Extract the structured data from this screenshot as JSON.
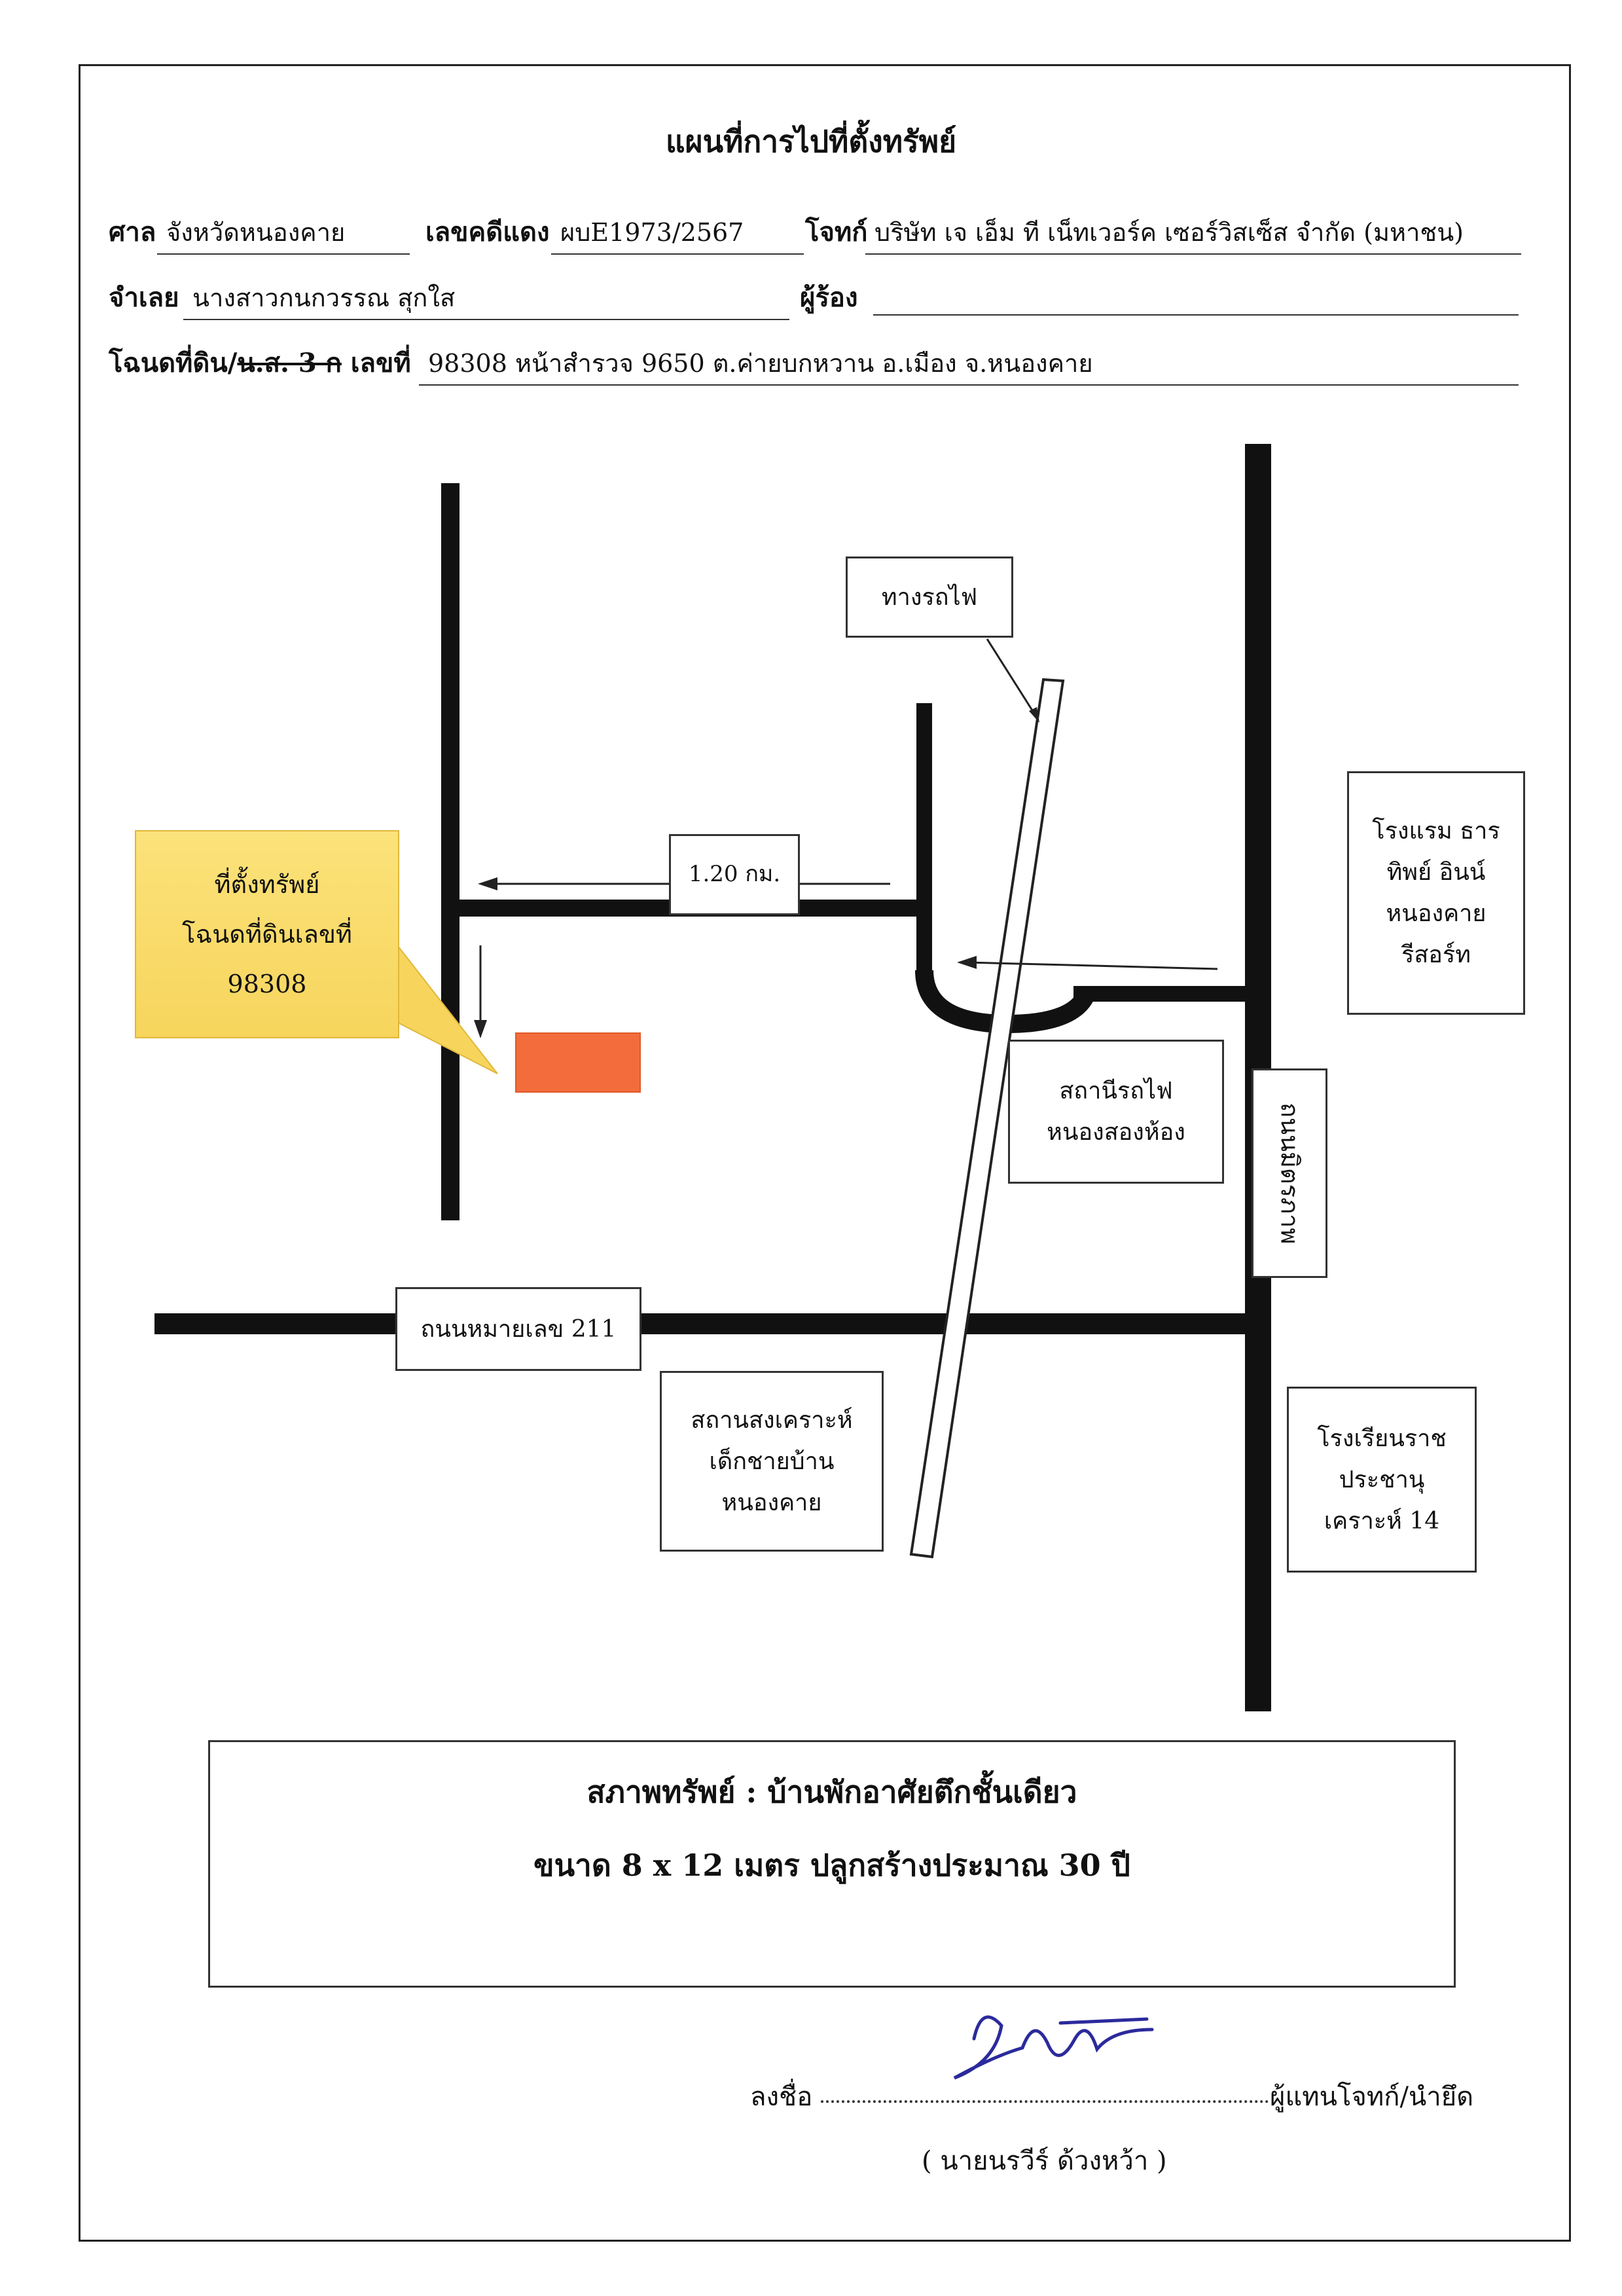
{
  "document": {
    "title": "แผนที่การไปที่ตั้งทรัพย์"
  },
  "header": {
    "court_label": "ศาล",
    "court_value": "จังหวัดหนองคาย",
    "case_label": "เลขคดีแดง",
    "case_value": "ผบE1973/2567",
    "plaintiff_label": "โจทก์",
    "plaintiff_value": "บริษัท เจ เอ็ม ที เน็ทเวอร์ค เซอร์วิสเซ็ส จำกัด (มหาชน)",
    "defendant_label": "จำเลย",
    "defendant_value": "นางสาวกนกวรรณ สุกใส",
    "petitioner_label": "ผู้ร้อง",
    "petitioner_value": "",
    "deed_label_prefix": "โฉนดที่ดิน/",
    "deed_label_struck": "น.ส. 3 ก",
    "deed_label_suffix": " เลขที่",
    "deed_value": "98308 หน้าสำรวจ 9650 ต.ค่ายบกหวาน อ.เมือง จ.หนองคาย"
  },
  "map": {
    "railway_label": "ทางรถไฟ",
    "distance_label": "1.20 กม.",
    "hotel_label": [
      "โรงแรม ธาร",
      "ทิพย์ อินน์",
      "หนองคาย",
      "รีสอร์ท"
    ],
    "property_callout": [
      "ที่ตั้งทรัพย์",
      "โฉนดที่ดินเลขที่",
      "98308"
    ],
    "station_label": [
      "สถานีรถไฟ",
      "หนองสองห้อง"
    ],
    "road_mitraphap": "ถนนมิตรภาพ",
    "highway_label": "ถนนหมายเลข 211",
    "welfare_label": [
      "สถานสงเคราะห์",
      "เด็กชายบ้าน",
      "หนองคาย"
    ],
    "school_label": [
      "โรงเรียนราช",
      "ประชานุ",
      "เคราะห์ 14"
    ],
    "colors": {
      "property_marker": "#f36d3c",
      "callout_fill": "#f7d55d",
      "road": "#111111"
    }
  },
  "condition": {
    "line1_label": "สภาพทรัพย์ :",
    "line1_value": "บ้านพักอาศัยตึกชั้นเดียว",
    "line2": "ขนาด 8 x 12 เมตร ปลูกสร้างประมาณ 30 ปี"
  },
  "signature": {
    "sign_label": "ลงชื่อ",
    "role": "ผู้แทนโจทก์/นำยึด",
    "name": "( นายนรวีร์ ด้วงหว้า )"
  }
}
